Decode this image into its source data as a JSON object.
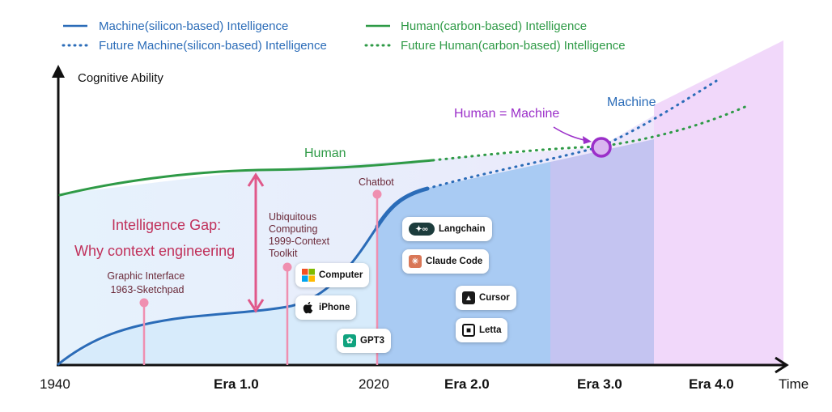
{
  "legend": {
    "machine": "Machine(silicon-based) Intelligence",
    "future_machine": "Future Machine(silicon-based) Intelligence",
    "human": "Human(carbon-based) Intelligence",
    "future_human": "Future Human(carbon-based) Intelligence"
  },
  "axes": {
    "y_label": "Cognitive Ability",
    "x_label": "Time",
    "x_ticks": [
      "1940",
      "2020"
    ],
    "eras": [
      "Era 1.0",
      "Era 2.0",
      "Era 3.0",
      "Era 4.0"
    ]
  },
  "curves": {
    "human_label": "Human",
    "machine_label": "Machine",
    "crossover_label": "Human = Machine"
  },
  "gap": {
    "line1": "Intelligence Gap:",
    "line2": "Why context engineering"
  },
  "events": {
    "graphic_interface": [
      "Graphic Interface",
      "1963-Sketchpad"
    ],
    "ubiquitous": [
      "Ubiquitous",
      "Computing",
      "1999-Context",
      "Toolkit"
    ],
    "chatbot": "Chatbot"
  },
  "tools": [
    {
      "label": "Computer",
      "icon": "windows-logo-icon"
    },
    {
      "label": "iPhone",
      "icon": "apple-logo-icon"
    },
    {
      "label": "GPT3",
      "icon": "openai-logo-icon"
    },
    {
      "label": "Langchain",
      "icon": "langchain-logo-icon"
    },
    {
      "label": "Claude Code",
      "icon": "claude-logo-icon"
    },
    {
      "label": "Cursor",
      "icon": "cursor-logo-icon"
    },
    {
      "label": "Letta",
      "icon": "letta-logo-icon"
    }
  ],
  "colors": {
    "machine": "#2b6cb8",
    "human": "#2e9a46",
    "crossover": "#9b2fc9",
    "gap": "#e0588a",
    "era1": "#dceefb",
    "era2": "#a9cdf4",
    "era3": "#c9c8f2",
    "era4": "#f1dcfb"
  }
}
